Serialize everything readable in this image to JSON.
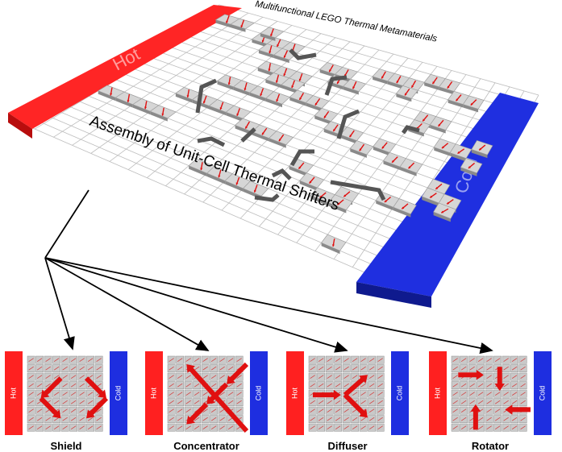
{
  "main": {
    "title": "Multifunctional LEGO Thermal Metamaterials",
    "subtitle": "Assembly of Unit-Cell Thermal Shifters",
    "hot_label": "Hot",
    "cold_label": "Cold"
  },
  "panels": [
    {
      "name": "Shield",
      "hot": "Hot",
      "cold": "Cold"
    },
    {
      "name": "Concentrator",
      "hot": "Hot",
      "cold": "Cold"
    },
    {
      "name": "Diffuser",
      "hot": "Hot",
      "cold": "Cold"
    },
    {
      "name": "Rotator",
      "hot": "Hot",
      "cold": "Cold"
    }
  ],
  "colors": {
    "hot": "#ff2020",
    "cold": "#1e2ee0",
    "tile": "#c8c8c8",
    "arrow": "#e01010",
    "grid": "#bdbdbd"
  }
}
